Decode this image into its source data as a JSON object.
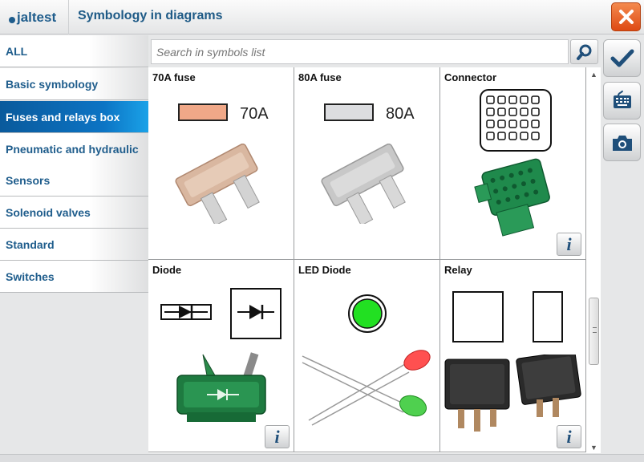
{
  "header": {
    "logo_text": "jaltest",
    "title": "Symbology in diagrams"
  },
  "sidebar": {
    "items": [
      {
        "label": "ALL"
      },
      {
        "label": "Basic symbology"
      },
      {
        "label": "Fuses and relays box",
        "active": true
      },
      {
        "label": "Pneumatic and hydraulic"
      },
      {
        "label": "Sensors"
      },
      {
        "label": "Solenoid valves"
      },
      {
        "label": "Standard"
      },
      {
        "label": "Switches"
      }
    ]
  },
  "search": {
    "placeholder": "Search in symbols list",
    "value": ""
  },
  "symbols": [
    {
      "title": "70A fuse",
      "symbol_label": "70A",
      "symbol_color": "#f0a888",
      "fuse_color": "#d9b7a0",
      "has_info": false
    },
    {
      "title": "80A fuse",
      "symbol_label": "80A",
      "symbol_color": "#dcdde0",
      "fuse_color": "#c8c8c8",
      "has_info": false
    },
    {
      "title": "Connector",
      "has_info": true
    },
    {
      "title": "Diode",
      "has_info": true
    },
    {
      "title": "LED Diode",
      "led_color": "#22e022",
      "has_info": false
    },
    {
      "title": "Relay",
      "has_info": true
    }
  ],
  "info_label": "i",
  "icons": {
    "close": "close-x-icon",
    "search": "magnifier-icon",
    "confirm": "checkmark-icon",
    "keyboard": "keyboard-icon",
    "camera": "camera-icon"
  },
  "colors": {
    "accent": "#1f5d8c",
    "active_item": "#0c74c4",
    "close": "#e2571e"
  }
}
